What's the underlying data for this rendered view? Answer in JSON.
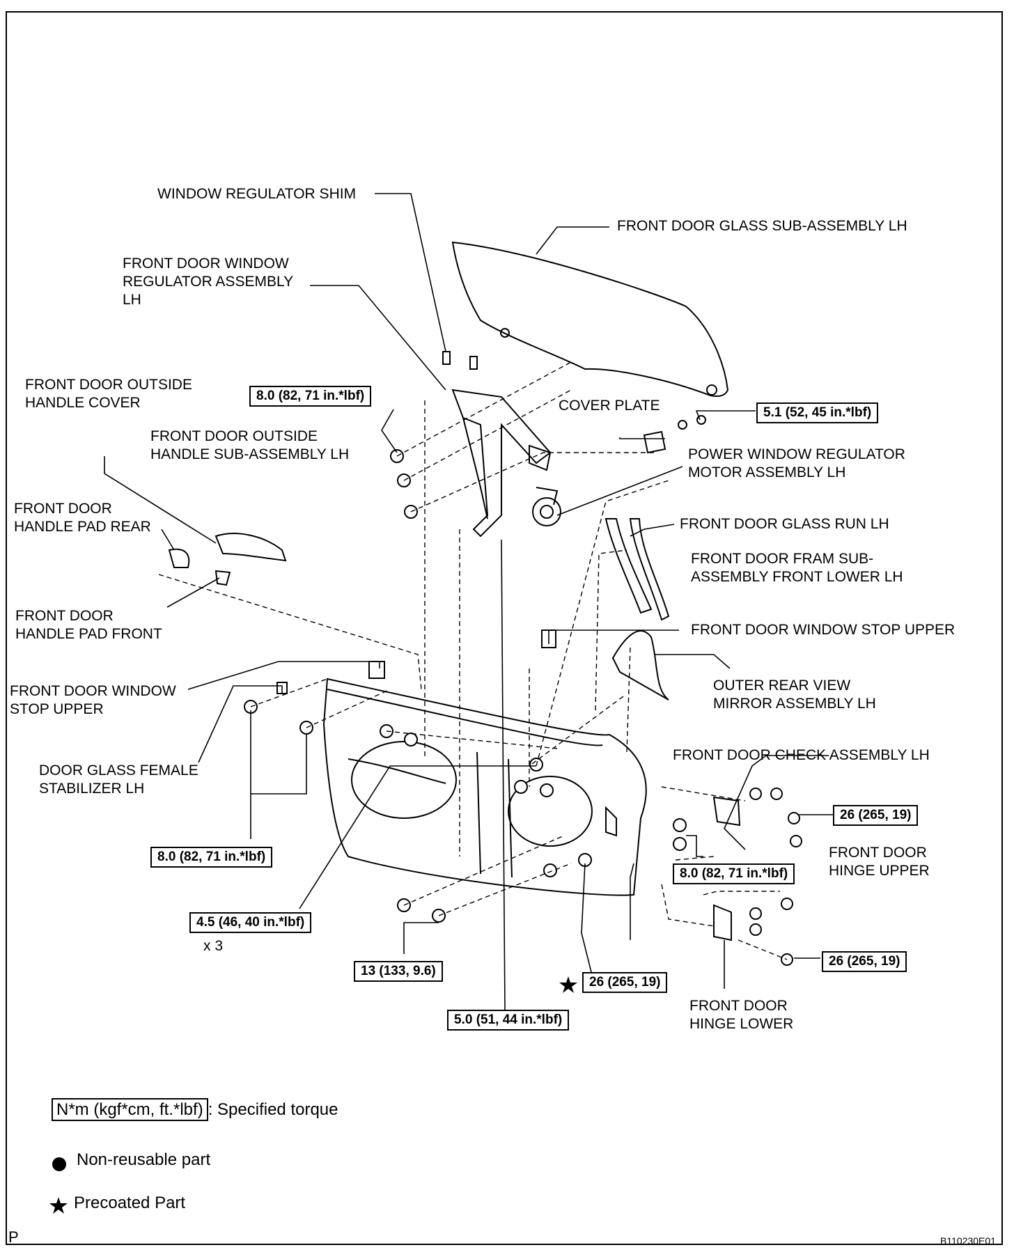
{
  "labels": {
    "window_regulator_shim": "WINDOW REGULATOR SHIM",
    "front_door_glass": "FRONT DOOR GLASS SUB-ASSEMBLY LH",
    "window_regulator_assembly": "FRONT DOOR WINDOW\nREGULATOR ASSEMBLY\nLH",
    "outside_handle_cover": "FRONT DOOR OUTSIDE\nHANDLE COVER",
    "outside_handle_sub": "FRONT DOOR OUTSIDE\nHANDLE SUB-ASSEMBLY LH",
    "cover_plate": "COVER PLATE",
    "power_window_motor": "POWER WINDOW REGULATOR\nMOTOR ASSEMBLY LH",
    "handle_pad_rear": "FRONT DOOR\nHANDLE PAD REAR",
    "glass_run": "FRONT DOOR GLASS RUN LH",
    "frame_sub_front_lower": "FRONT DOOR FRAM SUB-\nASSEMBLY FRONT LOWER LH",
    "handle_pad_front": "FRONT DOOR\nHANDLE PAD FRONT",
    "window_stop_upper_right": "FRONT DOOR WINDOW STOP UPPER",
    "window_stop_upper_left": "FRONT DOOR WINDOW\nSTOP UPPER",
    "outer_mirror": "OUTER REAR VIEW\nMIRROR ASSEMBLY LH",
    "check_assembly": "FRONT DOOR CHECK ASSEMBLY LH",
    "glass_female_stabilizer": "DOOR GLASS FEMALE\nSTABILIZER LH",
    "hinge_upper": "FRONT DOOR\nHINGE UPPER",
    "hinge_lower": "FRONT DOOR\nHINGE LOWER",
    "x3": "x 3"
  },
  "torques": {
    "t_regulator_nuts": "8.0 (82, 71 in.*lbf)",
    "t_cover_plate": "5.1 (52, 45 in.*lbf)",
    "t_hinge_upper": "26 (265, 19)",
    "t_stabilizer": "8.0 (82, 71 in.*lbf)",
    "t_check": "8.0 (82, 71 in.*lbf)",
    "t_bolts_x3": "4.5 (46, 40 in.*lbf)",
    "t_lower": "13 (133, 9.6)",
    "t_precoated": "26 (265, 19)",
    "t_hinge_lower": "26 (265, 19)",
    "t_regulator_bottom": "5.0 (51, 44 in.*lbf)"
  },
  "legend": {
    "torque_unit": "N*m (kgf*cm, ft.*lbf)",
    "torque_desc": ": Specified torque",
    "non_reusable": "Non-reusable part",
    "precoated": "Precoated Part"
  },
  "footer": {
    "corner_letter": "P",
    "figure_code": "B110230E01"
  }
}
